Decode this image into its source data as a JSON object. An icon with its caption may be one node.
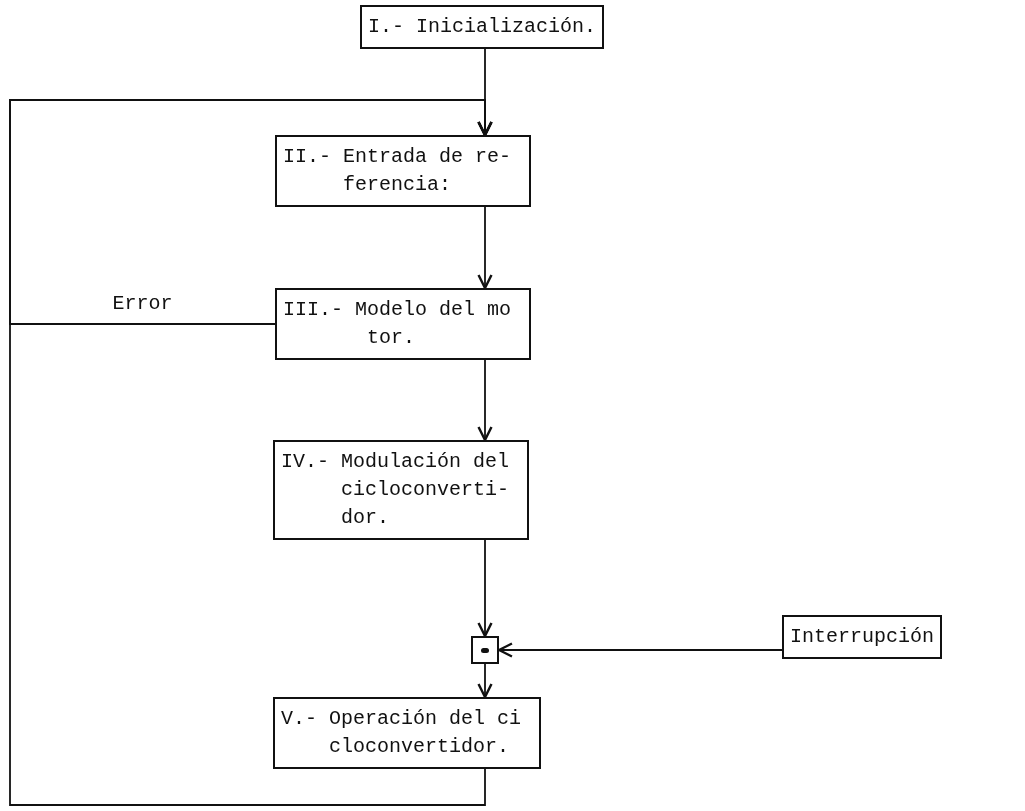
{
  "diagram": {
    "nodes": [
      {
        "text": [
          "I.- Inicialización."
        ]
      },
      {
        "text": [
          "II.- Entrada de re- ferencia:"
        ]
      },
      {
        "text": [
          "III.- Modelo del mo tor."
        ]
      },
      {
        "text": [
          "IV.- Modulación del cicloconverti- dor."
        ]
      },
      {
        "text": [],
        "shape": "box"
      },
      {
        "text": [
          "Interrupción"
        ]
      },
      {
        "text": [
          "V.- Operación del ci cloconvertidor."
        ]
      }
    ],
    "edges": [
      {
        "from": 0,
        "to": 1,
        "arrow": "to"
      },
      {
        "from": 1,
        "to": 2,
        "arrow": "to"
      },
      {
        "from": 2,
        "to": 3,
        "arrow": "to"
      },
      {
        "from": 3,
        "to": 4,
        "arrow": "to"
      },
      {
        "from": 5,
        "to": 4,
        "arrow": "to"
      },
      {
        "from": 4,
        "to": 6,
        "arrow": "to"
      },
      {
        "from": 2,
        "to": 1,
        "arrow": "to",
        "label": "Error"
      },
      {
        "from": 6,
        "to": 1,
        "arrow": "to"
      }
    ]
  }
}
